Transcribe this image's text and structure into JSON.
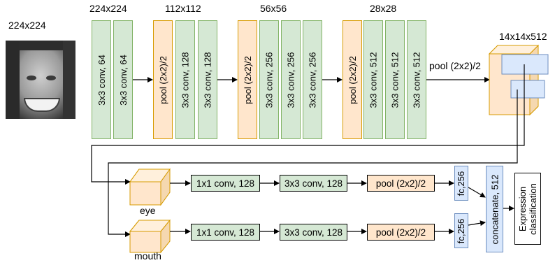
{
  "input": {
    "size": "224x224"
  },
  "stage_sizes": [
    "224x224",
    "112x112",
    "56x56",
    "28x28"
  ],
  "feature_size": "14x14x512",
  "block1": [
    "3x3 conv, 64",
    "3x3 conv, 64"
  ],
  "block2": [
    "pool (2x2)/2",
    "3x3 conv, 128",
    "3x3 conv, 128"
  ],
  "block3": [
    "pool (2x2)/2",
    "3x3 conv, 256",
    "3x3 conv, 256",
    "3x3 conv, 256"
  ],
  "block4": [
    "pool (2x2)/2",
    "3x3 conv, 512",
    "3x3 conv, 512",
    "3x3 conv, 512"
  ],
  "final_pool": "pool (2x2)/2",
  "eye_branch": {
    "label": "eye",
    "layers": [
      "1x1 conv, 128",
      "3x3 conv, 128",
      "pool (2x2)/2"
    ],
    "fc": "fc,256"
  },
  "mouth_branch": {
    "label": "mouth",
    "layers": [
      "1x1 conv, 128",
      "3x3 conv, 128",
      "pool (2x2)/2"
    ],
    "fc": "fc,256"
  },
  "concat": "concatenate, 512",
  "output": "Expression classification",
  "colors": {
    "conv_fill": "#d5e8d4",
    "conv_border": "#82b366",
    "pool_fill": "#ffe6cc",
    "pool_border": "#d79b00",
    "fc_fill": "#dae8fc",
    "fc_border": "#6c8ebf"
  }
}
